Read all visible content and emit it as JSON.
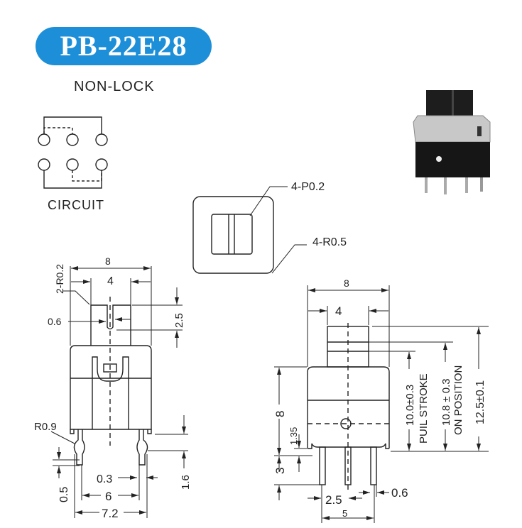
{
  "title": "PB-22E28",
  "subtitle": "NON-LOCK",
  "circuit_label": "CIRCUIT",
  "top_view": {
    "callout_pitch": "4-P0.2",
    "callout_radius": "4-R0.5"
  },
  "side_view": {
    "width": "8",
    "actuator_width": "4",
    "corner_radius": "2-R0.2",
    "slot_width": "0.6",
    "slot_depth": "2.5",
    "leg_radius": "R0.9",
    "leg_thickness": "0.3",
    "leg_offset": "0.5",
    "leg_spacing": "6",
    "leg_outer": "7.2",
    "leg_height": "1.6"
  },
  "front_view": {
    "width": "8",
    "actuator_width": "4",
    "body_height": "8",
    "standoff": "1.35",
    "pin_length": "3",
    "pin_pitch": "2.5",
    "pin_span": "5",
    "pin_width": "0.6",
    "pull_stroke_value": "10.0±0.3",
    "pull_stroke_label": "PUIL STROKE",
    "on_position_value": "10.8 ± 0.3",
    "on_position_label": "ON POSITION",
    "total_height": "12.5±0.1"
  },
  "colors": {
    "accent": "#1c8fd8"
  }
}
